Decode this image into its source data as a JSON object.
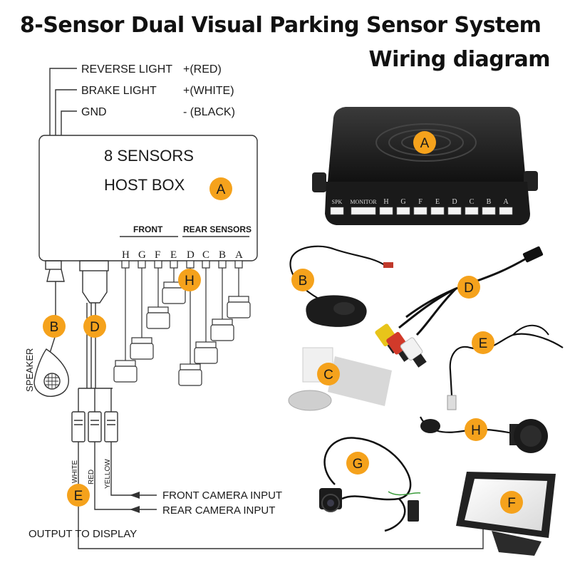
{
  "title": "8-Sensor Dual Visual Parking Sensor System",
  "subtitle": "Wiring diagram",
  "wires": [
    {
      "name": "REVERSE LIGHT",
      "polarity": "+(RED)"
    },
    {
      "name": "BRAKE LIGHT",
      "polarity": "+(WHITE)"
    },
    {
      "name": "GND",
      "polarity": "- (BLACK)"
    }
  ],
  "host_box": {
    "line1": "8 SENSORS",
    "line2": "HOST  BOX",
    "badge": "A"
  },
  "groups": {
    "front": "FRONT",
    "rear": "REAR SENSORS"
  },
  "ports": [
    "H",
    "G",
    "F",
    "E",
    "D",
    "C",
    "B",
    "A"
  ],
  "unit_ports": [
    "SPK",
    "MONITOR",
    "H",
    "G",
    "F",
    "E",
    "D",
    "C",
    "B",
    "A"
  ],
  "speaker_label": "SPEAKER",
  "rca_colors": [
    "WHITE",
    "RED",
    "YELLOW"
  ],
  "inputs": {
    "front": "FRONT CAMERA INPUT",
    "rear": "REAR CAMERA INPUT"
  },
  "output": "OUTPUT TO DISPLAY",
  "badges": {
    "A": "A",
    "B": "B",
    "C": "C",
    "D": "D",
    "E": "E",
    "F": "F",
    "G": "G",
    "H": "H"
  },
  "colors": {
    "badge": "#f5a21c",
    "text": "#1a1a1a",
    "line": "#333333",
    "device": "#1e1e1e"
  }
}
